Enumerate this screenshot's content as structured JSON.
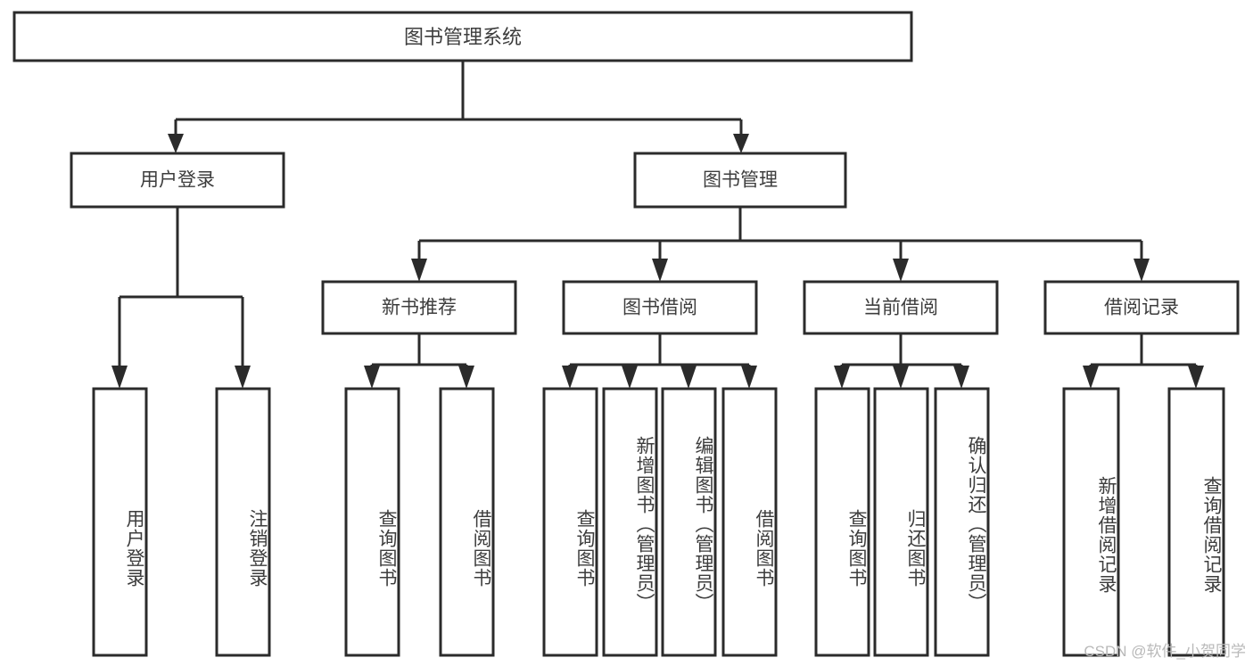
{
  "diagram": {
    "type": "tree-hierarchy",
    "title": "图书管理系统",
    "orientation": "top-down",
    "watermark": "CSDN @软件_小贺同学",
    "colors": {
      "box_stroke": "#2b2b2b",
      "box_fill": "#ffffff",
      "text": "#3d3d3d",
      "connector": "#2b2b2b",
      "watermark": "#b9b9b9",
      "background": "#ffffff"
    },
    "root": {
      "label": "图书管理系统"
    },
    "level2": [
      {
        "label": "用户登录"
      },
      {
        "label": "图书管理"
      }
    ],
    "level3": [
      {
        "label": "新书推荐"
      },
      {
        "label": "图书借阅"
      },
      {
        "label": "当前借阅"
      },
      {
        "label": "借阅记录"
      }
    ],
    "leaves": {
      "user_login": [
        {
          "label": "用户登录"
        },
        {
          "label": "注销登录"
        }
      ],
      "new_book_recommend": [
        {
          "label": "查询图书"
        },
        {
          "label": "借阅图书"
        }
      ],
      "book_borrow": [
        {
          "label": "查询图书"
        },
        {
          "label": "新增图书（管理员）"
        },
        {
          "label": "编辑图书（管理员）"
        },
        {
          "label": "借阅图书"
        }
      ],
      "current_borrow": [
        {
          "label": "查询图书"
        },
        {
          "label": "归还图书"
        },
        {
          "label": "确认归还（管理员）"
        }
      ],
      "borrow_record": [
        {
          "label": "新增借阅记录"
        },
        {
          "label": "查询借阅记录"
        }
      ]
    }
  }
}
